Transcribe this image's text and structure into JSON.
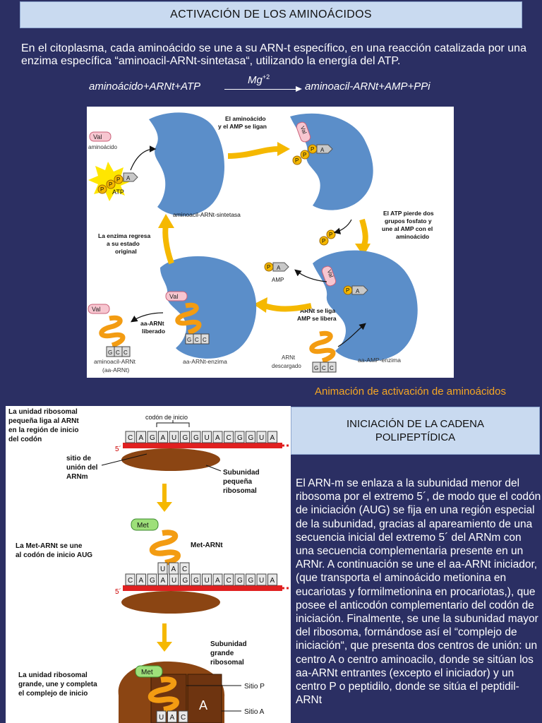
{
  "header": {
    "title": "ACTIVACIÓN DE LOS AMINOÁCIDOS"
  },
  "intro": {
    "text": "En el citoplasma, cada aminoácido se une a su ARN-t específico, en una reacción catalizada por una enzima específica “aminoacil-ARNt-sintetasa“, utilizando la energía del ATP."
  },
  "equation": {
    "left": "aminoácido+ARNt+ATP",
    "catalyst": "Mg",
    "catalyst_sup": "+2",
    "right": "aminoacil-ARNt+AMP+PPi"
  },
  "figure1": {
    "val": "Val",
    "aminoacido": "aminoácido",
    "atp": "ATP",
    "p": "P",
    "a": "A",
    "synthetase": "aminoacil-ARNt-sintetasa",
    "step1_line1": "El aminoácido",
    "step1_line2": "y el AMP se ligan",
    "step2_line1": "El ATP pierde dos",
    "step2_line2": "grupos fosfato y",
    "step2_line3": "une al AMP con el",
    "step2_line4": "aminoácido",
    "step3_line1": "ARNt se liga",
    "step3_line2": "AMP se libera",
    "step4_line1": "La enzima regresa",
    "step4_line2": "a su estado",
    "step4_line3": "original",
    "amp": "AMP",
    "aa_arnt_liberado_1": "aa-ARNt",
    "aa_arnt_liberado_2": "liberado",
    "aa_arnt_enzima": "aa-ARNt-enzima",
    "aa_amp_enzima": "aa-AMP-enzima",
    "arnt_descargado_1": "ARNt",
    "arnt_descargado_2": "descargado",
    "aminoacil_arnt_1": "aminoacil-ARNt",
    "aminoacil_arnt_2": "(aa-ARNt)",
    "codon": [
      "G",
      "C",
      "C"
    ]
  },
  "animation_link": "Animación de activación de aminoácidos",
  "figure2": {
    "step1_l1": "La unidad ribosomal",
    "step1_l2": "pequeña liga al ARNt",
    "step1_l3": "en la  región de inicio",
    "step1_l4": "del codón",
    "codon_inicio": "codón de inicio",
    "sequence": [
      "C",
      "A",
      "G",
      "A",
      "U",
      "G",
      "G",
      "U",
      "A",
      "C",
      "G",
      "G",
      "U",
      "A"
    ],
    "five_prime": "5´",
    "sitio_l1": "sitio de",
    "sitio_l2": "unión del",
    "sitio_l3": "ARNm",
    "subunidad_pequena_l1": "Subunidad",
    "subunidad_pequena_l2": "pequeña",
    "subunidad_pequena_l3": "ribosomal",
    "met": "Met",
    "met_arnt": "Met-ARNt",
    "step2_l1": "La Met-ARNt se une",
    "step2_l2": "al codón de inicio AUG",
    "anticodon": [
      "U",
      "A",
      "C"
    ],
    "subunidad_grande_l1": "Subunidad",
    "subunidad_grande_l2": "grande",
    "subunidad_grande_l3": "ribosomal",
    "step3_l1": "La unidad ribosomal",
    "step3_l2": "grande, une y completa",
    "step3_l3": "el complejo de inicio",
    "sitio_p": "Sitio P",
    "sitio_a": "Sitio A",
    "site_a_letter": "A"
  },
  "section2": {
    "title": "INICIACIÓN DE LA CADENA POLIPEPTÍDICA",
    "body": "El ARN-m se enlaza a la subunidad menor del ribosoma por el extremo 5´, de modo que el codón de iniciación (AUG) se fija en una región especial de la subunidad, gracias al apareamiento de una secuencia inicial del extremo 5´ del ARNm  con una secuencia complementaria presente en un ARNr.  A continuación se une el aa-ARNt  iniciador, (que transporta el aminoácido metionina en eucariotas y formilmetionina en procariotas,), que posee el anticodón complementario del codón de iniciación. Finalmente, se une la subunidad mayor del ribosoma, formándose así el “complejo de iniciación“, que presenta dos centros de unión:  un centro A o centro aminoacilo, donde se sitúan los aa-ARNt entrantes (excepto el iniciador) y un centro P o peptidilo, donde se sitúa el peptidil-ARNt"
  },
  "colors": {
    "background": "#2b2f63",
    "title_box": "#c9daf0",
    "link": "#f5a623",
    "enzyme": "#5b8ec9",
    "arrow": "#f5b800",
    "ribosome": "#8b4513",
    "mrna": "#e02020"
  }
}
